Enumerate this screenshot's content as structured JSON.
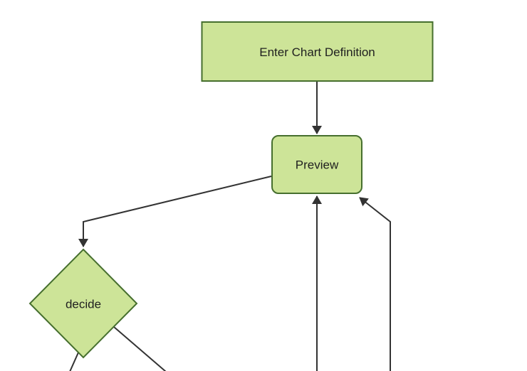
{
  "diagram": {
    "type": "flowchart",
    "direction": "top-down",
    "nodes": [
      {
        "id": "definition",
        "label": "Enter Chart Definition",
        "shape": "rectangle"
      },
      {
        "id": "preview",
        "label": "Preview",
        "shape": "rounded-rectangle"
      },
      {
        "id": "decide",
        "label": "decide",
        "shape": "diamond"
      }
    ],
    "edges": [
      {
        "from": "definition",
        "to": "preview",
        "arrowhead": true
      },
      {
        "from": "preview",
        "to": "decide",
        "arrowhead": true
      },
      {
        "from": "offscreen-bottom-center",
        "to": "preview",
        "arrowhead": true
      },
      {
        "from": "offscreen-bottom-right",
        "to": "preview",
        "arrowhead": true
      },
      {
        "from": "decide",
        "to": "offscreen-bottom-left",
        "arrowhead": false
      },
      {
        "from": "decide",
        "to": "offscreen-bottom-right",
        "arrowhead": false
      }
    ],
    "colors": {
      "background": "#ffffff",
      "node_fill": "#cde498",
      "node_border": "#466f2e",
      "edge_line": "#333333",
      "arrowhead": "#333333",
      "label_text": "#1f1f1f"
    }
  }
}
